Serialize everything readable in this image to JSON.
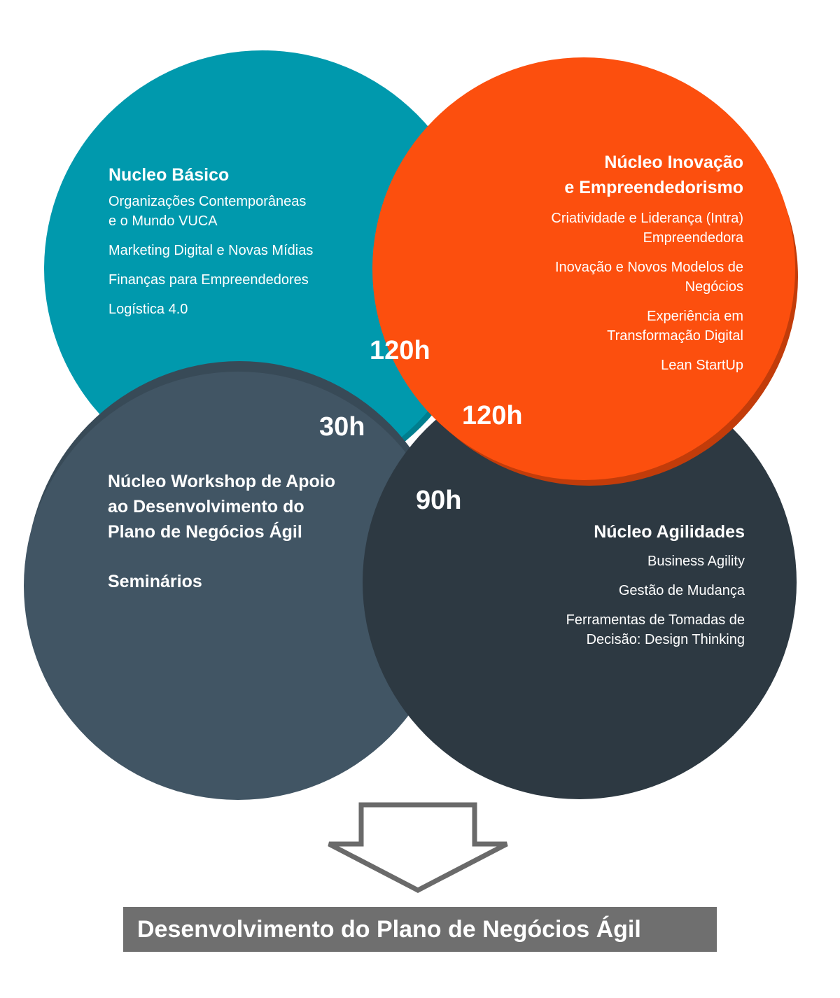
{
  "colors": {
    "basico": "#0099ad",
    "basico_shade": "#007e8e",
    "inovacao": "#fc4f0e",
    "inovacao_shade": "#d8420b",
    "workshop": "#415564",
    "agilidades": "#2d3942",
    "arrow_stroke": "#6a6a6a",
    "result_bg": "#6f6f6f",
    "text": "#ffffff"
  },
  "nucleo_basico": {
    "title": "Nucleo Básico",
    "items": [
      "Organizações Contemporâneas\ne o Mundo VUCA",
      "Marketing Digital e Novas Mídias",
      "Finanças para Empreendedores",
      "Logística 4.0"
    ],
    "hours": "120h"
  },
  "nucleo_inovacao": {
    "title": "Núcleo Inovação\ne Empreendedorismo",
    "items": [
      "Criatividade e Liderança (Intra)\nEmpreendedora",
      "Inovação e Novos Modelos de\nNegócios",
      "Experiência em\nTransformação Digital",
      "Lean StartUp"
    ],
    "hours": "120h"
  },
  "nucleo_workshop": {
    "title": "Núcleo Workshop de Apoio\nao Desenvolvimento do\nPlano de Negócios Ágil",
    "subtitle": "Seminários",
    "hours": "30h"
  },
  "nucleo_agilidades": {
    "title": "Núcleo Agilidades",
    "items": [
      "Business Agility",
      "Gestão de Mudança",
      "Ferramentas de Tomadas de\nDecisão: Design Thinking"
    ],
    "hours": "90h"
  },
  "result": {
    "label": "Desenvolvimento do Plano de Negócios Ágil"
  }
}
